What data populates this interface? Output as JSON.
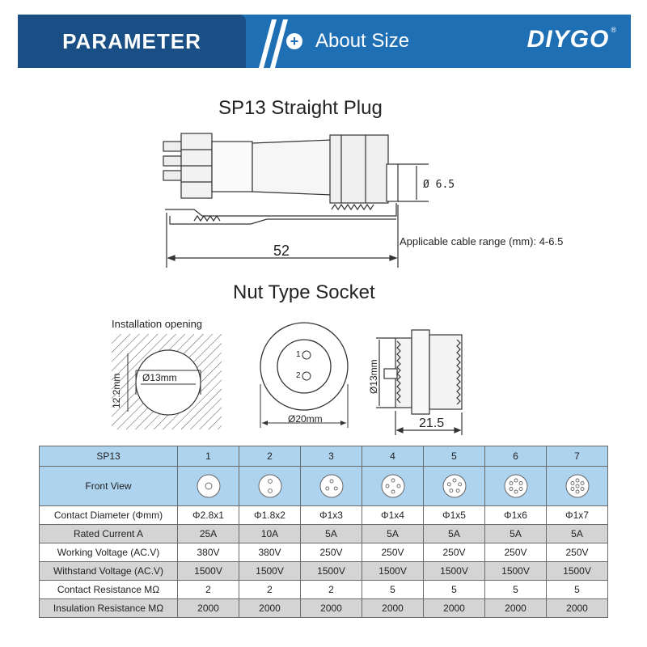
{
  "header": {
    "tab_label": "PARAMETER",
    "section_title": "About Size",
    "brand": "DIYGO",
    "brand_mark": "®",
    "colors": {
      "primary": "#1f6fb5",
      "tab": "#1a4f86"
    }
  },
  "plug": {
    "title": "SP13 Straight Plug",
    "diameter_label": "Ø 6.5",
    "length_label": "52",
    "cable_range_text": "Applicable cable range (mm): 4-6.5"
  },
  "socket": {
    "title": "Nut Type Socket",
    "installation_label": "Installation opening",
    "opening_diameter": "Ø13mm",
    "opening_height": "12.2mm",
    "face_diameter": "Ø20mm",
    "pin_labels": [
      "1",
      "2"
    ],
    "side_diameter": "Ø13mm",
    "side_length": "21.5"
  },
  "table": {
    "header_label": "SP13",
    "columns": [
      "1",
      "2",
      "3",
      "4",
      "5",
      "6",
      "7"
    ],
    "front_view_label": "Front View",
    "pin_counts": [
      1,
      2,
      3,
      4,
      5,
      6,
      7
    ],
    "rows": [
      {
        "label": "Contact Diameter (Φmm)",
        "values": [
          "Φ2.8x1",
          "Φ1.8x2",
          "Φ1x3",
          "Φ1x4",
          "Φ1x5",
          "Φ1x6",
          "Φ1x7"
        ]
      },
      {
        "label": "Rated Current A",
        "values": [
          "25A",
          "10A",
          "5A",
          "5A",
          "5A",
          "5A",
          "5A"
        ]
      },
      {
        "label": "Working Voltage (AC.V)",
        "values": [
          "380V",
          "380V",
          "250V",
          "250V",
          "250V",
          "250V",
          "250V"
        ]
      },
      {
        "label": "Withstand Voltage (AC.V)",
        "values": [
          "1500V",
          "1500V",
          "1500V",
          "1500V",
          "1500V",
          "1500V",
          "1500V"
        ]
      },
      {
        "label": "Contact Resistance MΩ",
        "values": [
          "2",
          "2",
          "2",
          "5",
          "5",
          "5",
          "5"
        ]
      },
      {
        "label": "Insulation Resistance MΩ",
        "values": [
          "2000",
          "2000",
          "2000",
          "2000",
          "2000",
          "2000",
          "2000"
        ]
      }
    ]
  }
}
